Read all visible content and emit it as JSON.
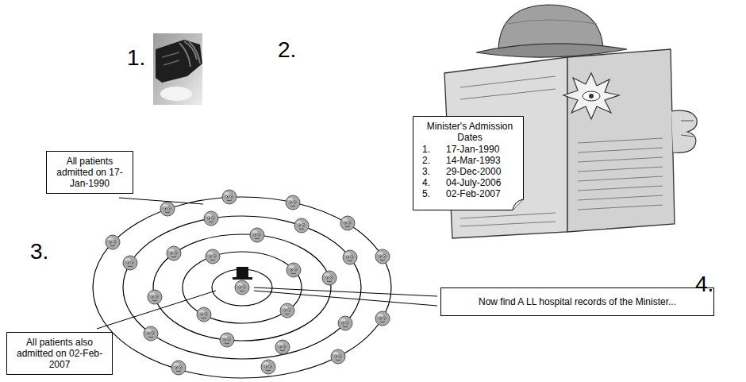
{
  "diagram": {
    "nodes": [
      {
        "text": [
          "Minister's Admission Dates",
          "1.",
          "17-Jan-1990",
          "2.",
          "14-Mar-1993",
          "3.",
          "29-Dec-2000",
          "4.",
          "04-July-2006",
          "5.",
          "02-Feb-2007"
        ]
      },
      {
        "text": [
          "All patients admitted on 17-Jan-1990"
        ]
      },
      {
        "text": [
          "All patients also admitted on 02-Feb-2007"
        ]
      },
      {
        "text": [
          "Now find A LL hospital records of the Minister..."
        ]
      }
    ],
    "labels": [
      "1.",
      "2.",
      "3.",
      "4."
    ]
  }
}
